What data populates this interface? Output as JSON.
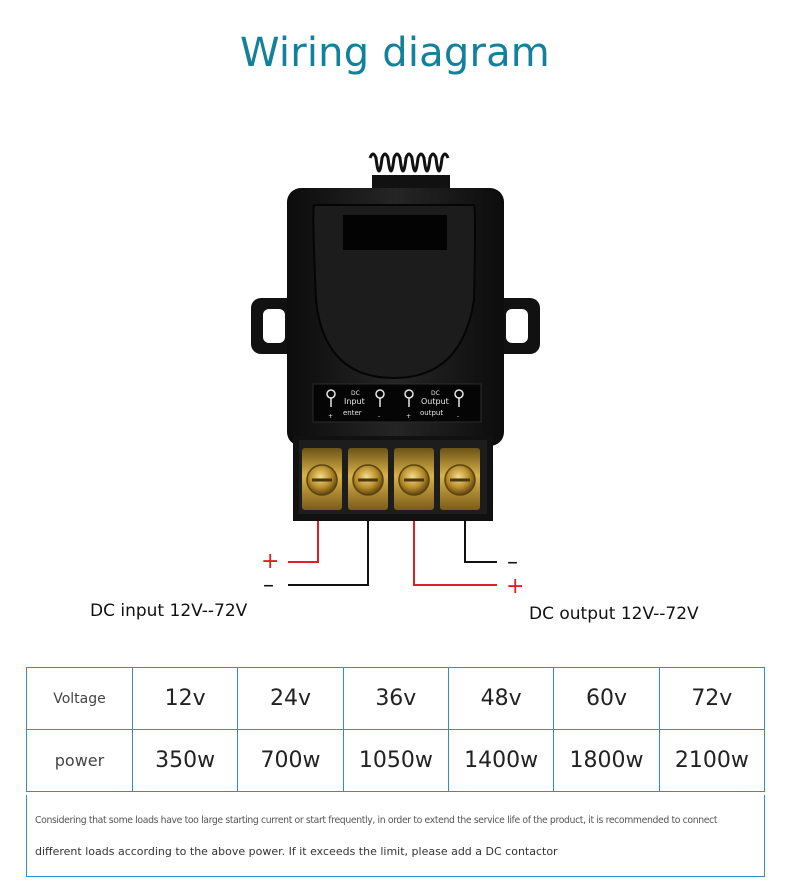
{
  "title": "Wiring diagram",
  "device": {
    "label_input_dc": "DC",
    "label_input": "Input",
    "label_enter": "enter",
    "label_output_dc": "DC",
    "label_output": "Output",
    "label_output_small": "output",
    "polarity": [
      "+",
      "-",
      "+",
      "-"
    ]
  },
  "wiring": {
    "input_label": "DC input 12V--72V",
    "output_label": "DC output 12V--72V",
    "input_plus": "+",
    "input_minus": "–",
    "output_plus": "+",
    "output_minus": "–",
    "colors": {
      "positive": "#e02020",
      "negative": "#111111"
    }
  },
  "table": {
    "rows": [
      {
        "label": "Voltage",
        "cells": [
          "12v",
          "24v",
          "36v",
          "48v",
          "60v",
          "72v"
        ]
      },
      {
        "label": "power",
        "cells": [
          "350w",
          "700w",
          "1050w",
          "1400w",
          "1800w",
          "2100w"
        ]
      }
    ],
    "border_color": "#2f8fc6"
  },
  "note": {
    "line1": "Considering that some loads have too large starting current or start frequently, in order to extend the service life of the product, it is recommended to connect",
    "line2": "different loads according to the above power. If it exceeds the limit, please add a DC contactor"
  }
}
